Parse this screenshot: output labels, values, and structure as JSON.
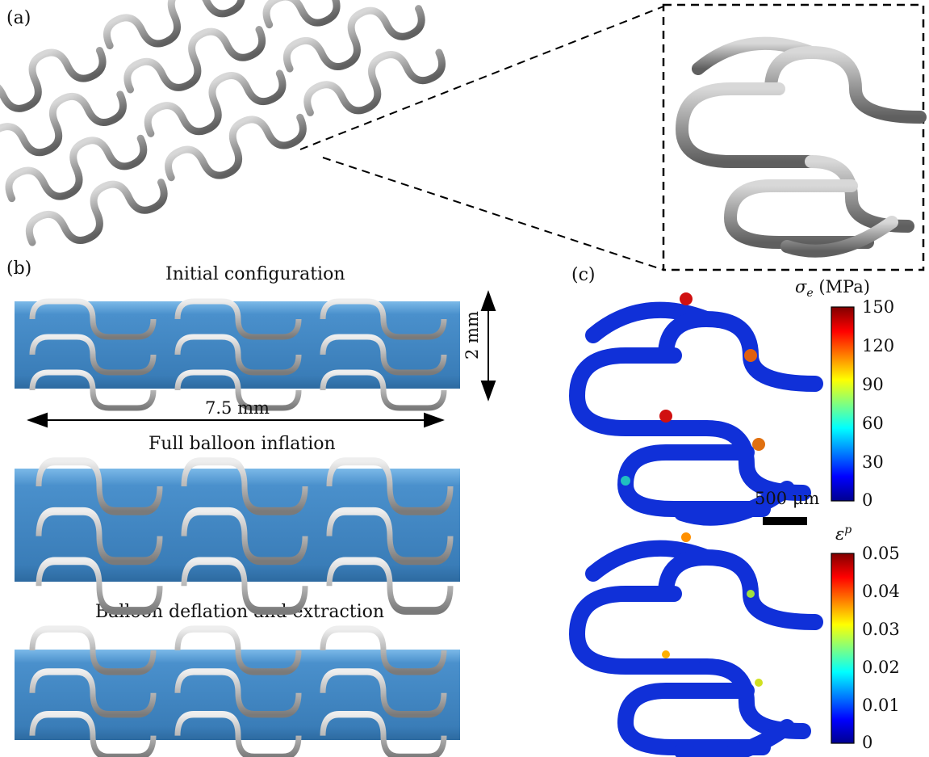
{
  "panels": {
    "a": {
      "label": "(a)"
    },
    "b": {
      "label": "(b)",
      "captions": [
        "Initial configuration",
        "Full balloon inflation",
        "Balloon deflation and extraction"
      ],
      "dim_height": "2 mm",
      "dim_length": "7.5 mm"
    },
    "c": {
      "label": "(c)",
      "stress_colorbar": {
        "title_symbol": "σ",
        "title_sub": "e",
        "title_unit": "(MPa)",
        "ticks": [
          "150",
          "120",
          "90",
          "60",
          "30",
          "0"
        ]
      },
      "strain_colorbar": {
        "title_symbol": "ε",
        "title_sup": "p",
        "ticks": [
          "0.05",
          "0.04",
          "0.03",
          "0.02",
          "0.01",
          "0"
        ]
      },
      "scalebar_label": "500 μm"
    }
  },
  "colors": {
    "stent_metal": "#9a9a9a",
    "balloon": "#3f86c2",
    "balloon_light": "#6eaee0",
    "colormap_high": "#a00000",
    "colormap_low": "#00008f"
  }
}
